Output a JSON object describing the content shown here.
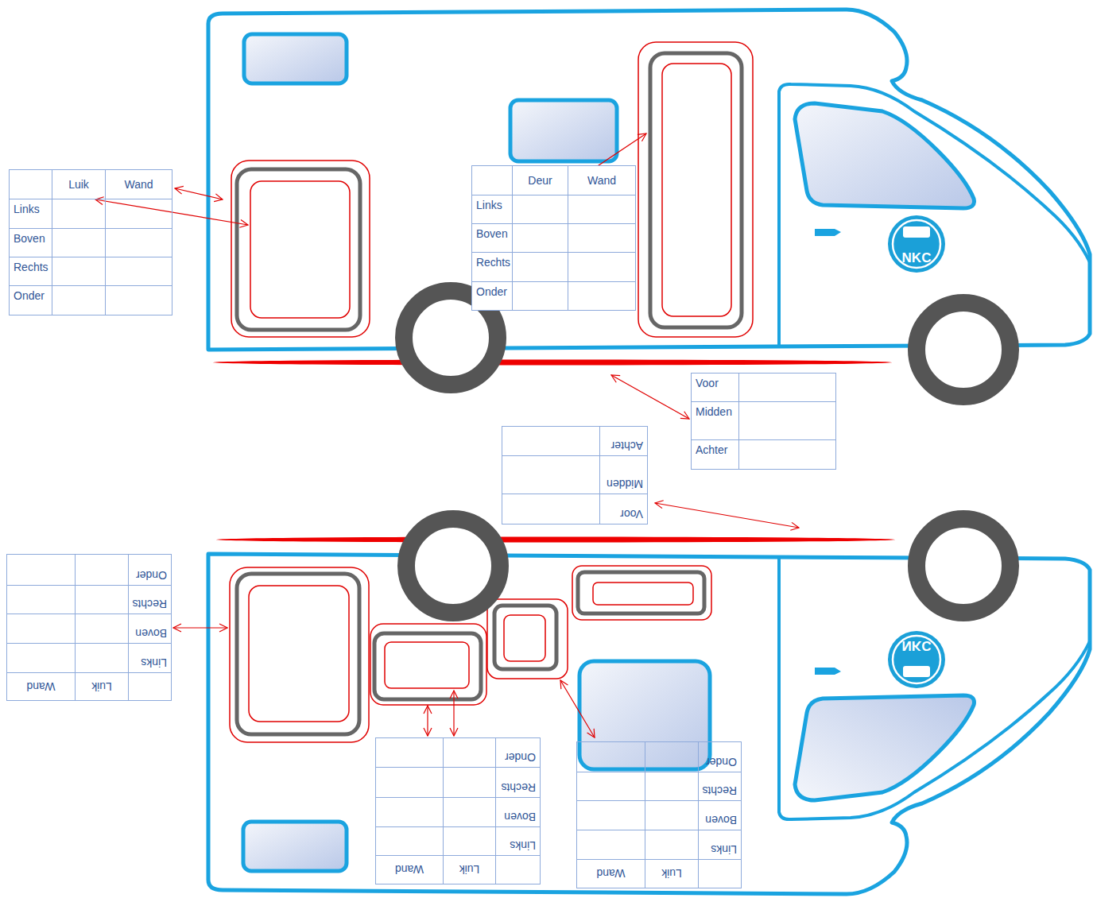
{
  "diagram": {
    "nodes": [
      {
        "text": [
          "Luik",
          "Wand",
          "Links",
          "Boven",
          "Rechts",
          "Onder"
        ]
      },
      {
        "text": [
          "Deur",
          "Wand",
          "Links",
          "Boven",
          "Rechts",
          "Onder"
        ]
      },
      {
        "text": [
          "Voor",
          "Midden",
          "Achter"
        ]
      },
      {
        "text": [
          "Voor",
          "Midden",
          "Achter"
        ]
      },
      {
        "text": [
          "Luik",
          "Wand",
          "Links",
          "Boven",
          "Rechts",
          "Onder"
        ]
      },
      {
        "text": [
          "Luik",
          "Wand",
          "Links",
          "Boven",
          "Rechts",
          "Onder"
        ]
      },
      {
        "text": [
          "Luik",
          "Wand",
          "Links",
          "Boven",
          "Rechts",
          "Onder"
        ]
      }
    ],
    "labels": [
      "NKC",
      "NKC"
    ]
  }
}
